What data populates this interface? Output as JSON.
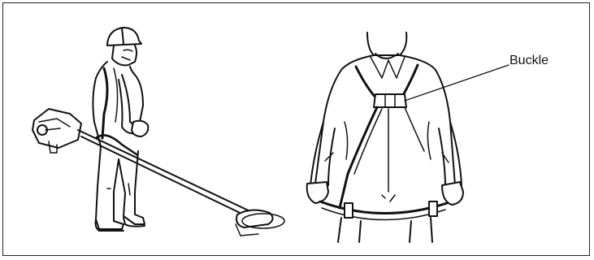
{
  "figure": {
    "callout_label": "Buckle",
    "line_color": "#111111",
    "background": "#ffffff",
    "panels": [
      "operator-side-view-with-brush-cutter",
      "harness-front-view"
    ]
  }
}
